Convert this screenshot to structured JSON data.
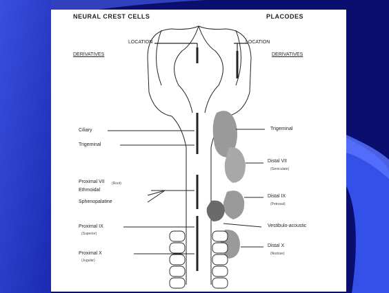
{
  "slide": {
    "colors": {
      "background": "#0a0e6e",
      "gradient_light": "#3b55e8",
      "panel": "#ffffff",
      "ink": "#222222",
      "placode_fill": "#9a9a9a",
      "placode_dark": "#6a6a6a"
    }
  },
  "diagram": {
    "left_header": "NEURAL CREST CELLS",
    "right_header": "PLACODES",
    "left_location": "LOCATION",
    "left_derivatives": "DERIVATIVES",
    "right_location": "LOCATION",
    "right_derivatives": "DERIVATIVES",
    "left_labels": {
      "ciliary": "Ciliary",
      "trigeminal": "Trigeminal",
      "proximal_vii": "Proximal VII",
      "proximal_vii_sub": "(Root)",
      "ethmoid": "Ethmoidal",
      "sphenopalatine": "Sphenopalatine",
      "proximal_ix": "Proximal IX",
      "proximal_ix_sub": "(Superior)",
      "proximal_x": "Proximal X",
      "proximal_x_sub": "(Jugular)"
    },
    "right_labels": {
      "trigeminal": "Trigeminal",
      "distal_vii": "Distal VII",
      "distal_vii_sub": "(Geniculate)",
      "distal_ix": "Distal IX",
      "distal_ix_sub": "(Petrosal)",
      "vestibulo": "Vestibulo-acoustic",
      "distal_x": "Distal X",
      "distal_x_sub": "(Nodose)"
    }
  }
}
